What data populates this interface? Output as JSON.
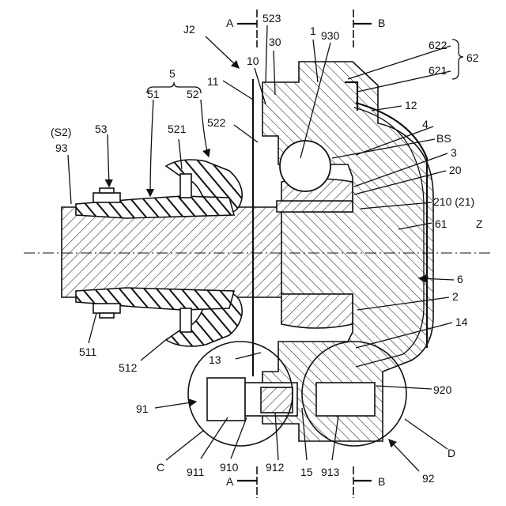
{
  "figure": {
    "title": "J2",
    "labels": {
      "l5": "5",
      "l51": "51",
      "l52": "52",
      "l521": "521",
      "l53": "53",
      "lS2": "(S2)",
      "l93": "93",
      "l511": "511",
      "l512": "512",
      "l11": "11",
      "l10": "10",
      "l30": "30",
      "l523": "523",
      "l1": "1",
      "l930": "930",
      "l522": "522",
      "l622": "622",
      "l621": "621",
      "l62": "62",
      "l12": "12",
      "l4": "4",
      "lBS": "BS",
      "l3": "3",
      "l20": "20",
      "l210": "210 (21)",
      "l61": "61",
      "lZ": "Z",
      "l6": "6",
      "l2": "2",
      "l14": "14",
      "l13": "13",
      "l920": "920",
      "l91": "91",
      "lC": "C",
      "l911": "911",
      "l910": "910",
      "l912": "912",
      "l15": "15",
      "l913": "913",
      "lD": "D",
      "l92": "92",
      "sectA_top": "A",
      "sectB_top": "B",
      "sectA_bot": "A",
      "sectB_bot": "B"
    }
  }
}
